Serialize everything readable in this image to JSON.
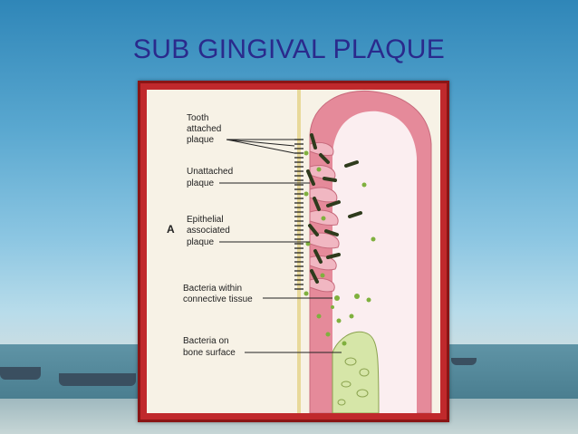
{
  "slide": {
    "title": "SUB GINGIVAL PLAQUE"
  },
  "figure": {
    "panel_letter": "A",
    "labels": {
      "tooth_attached": [
        "Tooth",
        "attached",
        "plaque"
      ],
      "unattached": [
        "Unattached",
        "plaque"
      ],
      "epithelial": [
        "Epithelial",
        "associated",
        "plaque"
      ],
      "connective": [
        "Bacteria within",
        "connective tissue"
      ],
      "bone": [
        "Bacteria on",
        "bone surface"
      ]
    },
    "colors": {
      "gingiva_outer": "#e58a9a",
      "gingiva_inner": "#fbeef0",
      "tooth_line": "#e8d99a",
      "bacteria_dark": "#2e3a1c",
      "bacteria_green": "#7fb03e",
      "bone": "#d6e6a8"
    }
  }
}
